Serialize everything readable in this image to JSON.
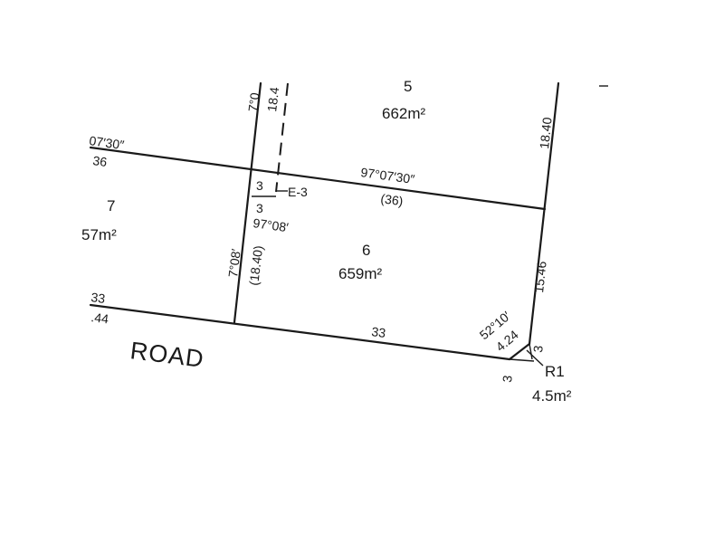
{
  "lots": {
    "lot5": {
      "number": "5",
      "area": "662m²"
    },
    "lot6": {
      "number": "6",
      "area": "659m²"
    },
    "lot7": {
      "number": "7",
      "area": "57m²"
    },
    "r1": {
      "number": "R1",
      "area": "4.5m²"
    }
  },
  "bearings": {
    "top_left": "07′30″",
    "top_right": "97°07′30″",
    "lot6_inner": "97°08′",
    "left_vertical": "7°08′",
    "top_vertical": "7°0",
    "corner": "52°10′"
  },
  "distances": {
    "left_36": "36",
    "mid_36": "(36)",
    "top_18_4": "18.4",
    "right_18_40": "18.40",
    "left_18_40": "(18.40)",
    "right_15_46": "15.46",
    "road_33_left": "33",
    "road_44_left": ".44",
    "road_33_mid": "33",
    "corner_4_24": "4.24",
    "ease_3_top": "3",
    "ease_3_bottom": "3",
    "trunc_3_right": "3",
    "trunc_3_bottom": "3"
  },
  "easement": {
    "label": "E-3"
  },
  "road": {
    "label": "ROAD"
  }
}
